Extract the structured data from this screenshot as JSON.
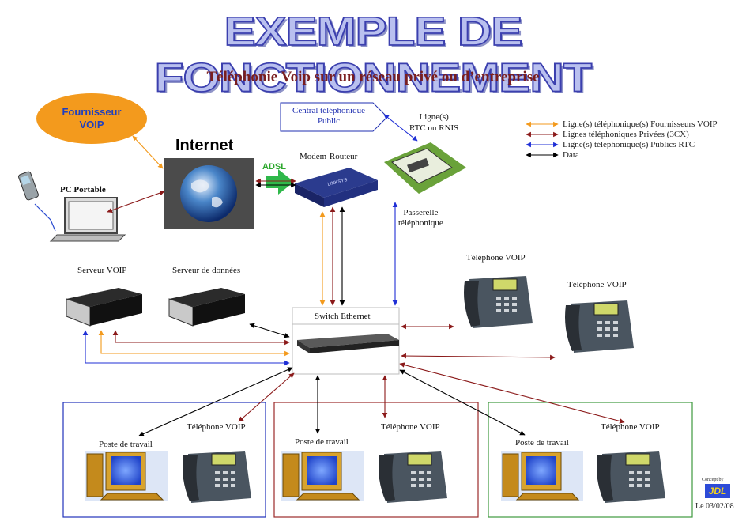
{
  "title": "EXEMPLE DE FONCTIONNEMENT",
  "subtitle": "Téléphonie Voip sur un réseau privé ou d’entreprise",
  "nodes": {
    "fournisseur": {
      "line1": "Fournisseur",
      "line2": "VOIP"
    },
    "internet": "Internet",
    "pc_portable": "PC Portable",
    "adsl": "ADSL",
    "modem": "Modem-Routeur",
    "central": {
      "line1": "Central téléphonique",
      "line2": "Public"
    },
    "lignes_rtc": {
      "line1": "Ligne(s)",
      "line2": "RTC ou RNIS"
    },
    "passerelle": {
      "line1": "Passerelle",
      "line2": "téléphonique"
    },
    "serveur_voip": "Serveur VOIP",
    "serveur_donnees": "Serveur de données",
    "switch": "Switch Ethernet",
    "tel_voip": "Téléphone VOIP",
    "poste": "Poste de travail"
  },
  "legend": [
    {
      "label": "Ligne(s) téléphonique(s) Fournisseurs VOIP",
      "color": "#f39a1d"
    },
    {
      "label": "Lignes téléphoniques Privées (3CX)",
      "color": "#8b1a1a"
    },
    {
      "label": "Ligne(s) téléphonique(s) Publics RTC",
      "color": "#1f2fd6"
    },
    {
      "label": "Data",
      "color": "#000000"
    }
  ],
  "colors": {
    "voip": "#f39a1d",
    "private": "#8b1a1a",
    "rtc": "#1f2fd6",
    "data": "#000000",
    "box_blue": "#2233bb",
    "box_red": "#9b2a2a",
    "box_green": "#3e9a3e"
  },
  "credit": "Concept by",
  "credit_logo": "JDL",
  "date": "Le 03/02/08"
}
